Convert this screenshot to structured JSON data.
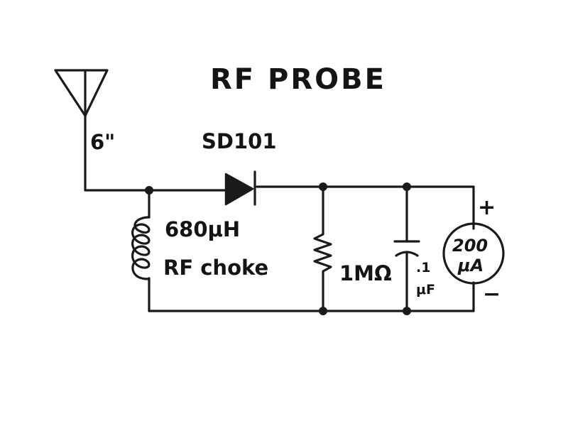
{
  "title": "RF PROBE",
  "antenna": {
    "length_label": "6\""
  },
  "diode": {
    "label": "SD101"
  },
  "choke": {
    "value": "680μH",
    "name": "RF choke"
  },
  "resistor": {
    "value": "1MΩ"
  },
  "capacitor": {
    "value_top": ".1",
    "value_bottom": "μF"
  },
  "meter": {
    "line1": "200",
    "line2": "μA",
    "plus": "+",
    "minus": "−"
  }
}
